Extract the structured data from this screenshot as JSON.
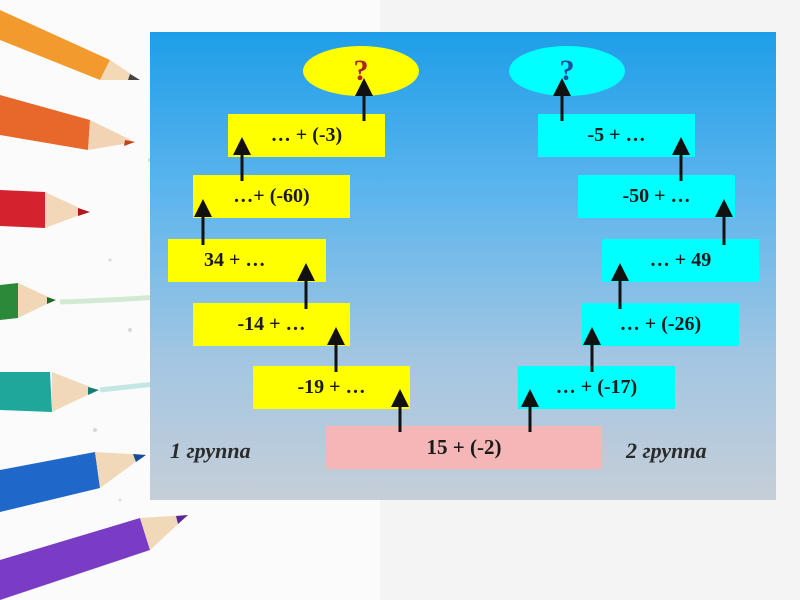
{
  "question_left": "?",
  "question_right": "?",
  "left_column": [
    "… + (-3)",
    "…+ (-60)",
    "34 + …",
    "-14 + …",
    "-19 + …"
  ],
  "right_column": [
    "-5 + …",
    "-50 + …",
    "… + 49",
    "… + (-26)",
    "… + (-17)"
  ],
  "start_expression": "15 + (-2)",
  "group_left_label": "1 группа",
  "group_right_label": "2 группа",
  "colors": {
    "left_boxes": "#ffff00",
    "right_boxes": "#00ffff",
    "start_box": "#f4b6b6",
    "question_left_text": "#b0232a",
    "question_right_text": "#1e4fa0"
  }
}
